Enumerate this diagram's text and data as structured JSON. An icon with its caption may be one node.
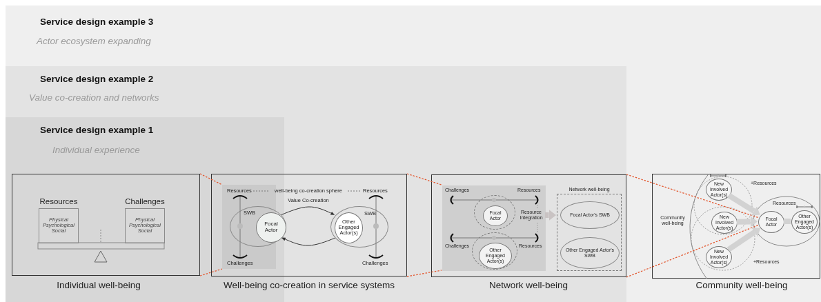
{
  "diagram": {
    "nodes": [
      {
        "text": [
          "Service design example 3",
          "Actor ecosystem expanding"
        ]
      },
      {
        "text": [
          "Service design example 2",
          "Value co-creation and networks"
        ],
        "in": 0
      },
      {
        "text": [
          "Service design example 1",
          "Individual experience"
        ],
        "in": 1
      },
      {
        "text": [],
        "shape": "box",
        "beside": [
          "Individual well-being"
        ],
        "in": 2
      },
      {
        "text": [
          "Resources",
          "Physical Psychological Social"
        ],
        "in": 3
      },
      {
        "text": [
          "Challenges",
          "Physical Psychological Social"
        ],
        "in": 3
      },
      {
        "text": [],
        "shape": "box",
        "beside": [
          "Well-being co-creation in service systems"
        ],
        "in": 1
      },
      {
        "text": [],
        "shape": "box"
      },
      {
        "text": [
          "SWB"
        ]
      },
      {
        "text": [
          "Focal Actor"
        ],
        "in": 8
      },
      {
        "text": [
          "SWB"
        ],
        "in": 6
      },
      {
        "text": [
          "Other Engaged Actor(s)"
        ],
        "in": 10
      },
      {
        "text": [],
        "shape": "box",
        "beside": [
          "Network well-being"
        ],
        "in": 1
      },
      {
        "text": [],
        "shape": "box",
        "in": 12
      },
      {
        "text": [],
        "shape": "ellipse",
        "in": 13
      },
      {
        "text": [
          "Focal Actor"
        ],
        "in": 14
      },
      {
        "text": [],
        "shape": "ellipse",
        "in": 13
      },
      {
        "text": [
          "Other Engaged Actor(s)"
        ],
        "in": 16
      },
      {
        "text": [
          "Network well-being"
        ],
        "in": 12
      },
      {
        "text": [
          "Focal Actor's SWB"
        ],
        "in": 18
      },
      {
        "text": [
          "Other Engaged Actor's SWB"
        ],
        "in": 18
      },
      {
        "text": [],
        "shape": "box",
        "beside": [
          "Community well-being"
        ],
        "in": 0
      },
      {
        "text": [
          "New Involved Actor(s)"
        ],
        "in": 21
      },
      {
        "text": [
          "New Involved Actor(s)"
        ],
        "in": 21
      },
      {
        "text": [
          "New Involved Actor(s)"
        ],
        "in": 21
      },
      {
        "text": [
          "Focal Actor"
        ],
        "in": 21
      },
      {
        "text": [
          "Other Engaged Actor(s)"
        ],
        "in": 21
      }
    ],
    "edges": [
      {
        "from": 3,
        "to": 7,
        "arrow": "none",
        "style": "dashed",
        "color": "#e3572f"
      },
      {
        "from": 3,
        "to": 7,
        "arrow": "none",
        "style": "dashed",
        "color": "#e3572f"
      },
      {
        "from": 6,
        "to": 13,
        "arrow": "none",
        "style": "dashed",
        "color": "#e3572f"
      },
      {
        "from": 6,
        "to": 13,
        "arrow": "none",
        "style": "dashed",
        "color": "#e3572f"
      },
      {
        "from": 12,
        "to": 25,
        "arrow": "none",
        "style": "dashed",
        "color": "#e3572f"
      },
      {
        "from": 12,
        "to": 25,
        "arrow": "none",
        "style": "dashed",
        "color": "#e3572f"
      },
      {
        "from": 8,
        "to": 10,
        "arrow": "to",
        "label": "Value Co-creation",
        "color": "#333333"
      },
      {
        "from": 10,
        "to": 8,
        "arrow": "to",
        "color": "#333333"
      },
      {
        "from": 13,
        "to": 18,
        "arrow": "to",
        "style": "thick",
        "color": "#c9c3c3"
      },
      {
        "from": 22,
        "to": 25,
        "arrow": "to",
        "style": "thick",
        "color": "#d2d2d2"
      },
      {
        "from": 23,
        "to": 25,
        "arrow": "to",
        "style": "thick",
        "color": "#d2d2d2"
      },
      {
        "from": 24,
        "to": 25,
        "arrow": "to",
        "style": "thick",
        "color": "#d2d2d2"
      },
      {
        "from": 25,
        "to": 26,
        "arrow": "none",
        "style": "thick",
        "color": "#d2d2d2"
      }
    ],
    "labels": [
      "Resources",
      "well-being co-creation sphere",
      "Resources",
      "Challenges",
      "Challenges",
      "Challenges",
      "Resources",
      "Resource Integration",
      "Challenges",
      "Resources",
      "+Resources",
      "Community well-being",
      "Resources",
      "+Resources"
    ]
  }
}
